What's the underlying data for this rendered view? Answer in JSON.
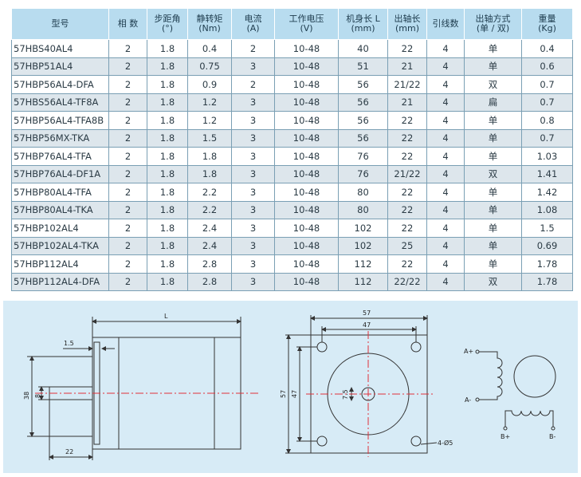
{
  "table": {
    "headers": [
      {
        "line1": "型号",
        "line2": ""
      },
      {
        "line1": "相 数",
        "line2": ""
      },
      {
        "line1": "步距角",
        "line2": "(°)"
      },
      {
        "line1": "静转矩",
        "line2": "(Nm)"
      },
      {
        "line1": "电流",
        "line2": "(A)"
      },
      {
        "line1": "工作电压",
        "line2": "(V)"
      },
      {
        "line1": "机身长 L",
        "line2": "(mm)"
      },
      {
        "line1": "出轴长",
        "line2": "(mm)"
      },
      {
        "line1": "引线数",
        "line2": ""
      },
      {
        "line1": "出轴方式",
        "line2": "(单 / 双)"
      },
      {
        "line1": "重量",
        "line2": "(Kg)"
      }
    ],
    "rows": [
      [
        "57HBS40AL4",
        "2",
        "1.8",
        "0.4",
        "2",
        "10-48",
        "40",
        "22",
        "4",
        "单",
        "0.4"
      ],
      [
        "57HBP51AL4",
        "2",
        "1.8",
        "0.75",
        "3",
        "10-48",
        "51",
        "21",
        "4",
        "单",
        "0.6"
      ],
      [
        "57HBP56AL4-DFA",
        "2",
        "1.8",
        "0.9",
        "2",
        "10-48",
        "56",
        "21/22",
        "4",
        "双",
        "0.7"
      ],
      [
        "57HBS56AL4-TF8A",
        "2",
        "1.8",
        "1.2",
        "3",
        "10-48",
        "56",
        "21",
        "4",
        "扁",
        "0.7"
      ],
      [
        "57HBP56AL4-TFA8B",
        "2",
        "1.8",
        "1.2",
        "3",
        "10-48",
        "56",
        "22",
        "4",
        "单",
        "0.8"
      ],
      [
        "57HBP56MX-TKA",
        "2",
        "1.8",
        "1.5",
        "3",
        "10-48",
        "56",
        "22",
        "4",
        "单",
        "0.7"
      ],
      [
        "57HBP76AL4-TFA",
        "2",
        "1.8",
        "1.8",
        "3",
        "10-48",
        "76",
        "22",
        "4",
        "单",
        "1.03"
      ],
      [
        "57HBP76AL4-DF1A",
        "2",
        "1.8",
        "1.8",
        "3",
        "10-48",
        "76",
        "21/22",
        "4",
        "双",
        "1.41"
      ],
      [
        "57HBP80AL4-TFA",
        "2",
        "1.8",
        "2.2",
        "3",
        "10-48",
        "80",
        "22",
        "4",
        "单",
        "1.42"
      ],
      [
        "57HBP80AL4-TKA",
        "2",
        "1.8",
        "2.2",
        "3",
        "10-48",
        "80",
        "22",
        "4",
        "单",
        "1.08"
      ],
      [
        "57HBP102AL4",
        "2",
        "1.8",
        "2.4",
        "3",
        "10-48",
        "102",
        "22",
        "4",
        "单",
        "1.5"
      ],
      [
        "57HBP102AL4-TKA",
        "2",
        "1.8",
        "2.4",
        "3",
        "10-48",
        "102",
        "25",
        "4",
        "单",
        "0.69"
      ],
      [
        "57HBP112AL4",
        "2",
        "1.8",
        "2.8",
        "3",
        "10-48",
        "112",
        "22",
        "4",
        "单",
        "1.78"
      ],
      [
        "57HBP112AL4-DFA",
        "2",
        "1.8",
        "2.8",
        "3",
        "10-48",
        "112",
        "22/22",
        "4",
        "双",
        "1.78"
      ]
    ]
  },
  "diagram": {
    "side": {
      "L": "L",
      "d15": "1.5",
      "d38": "38",
      "d8": "8",
      "d22": "22"
    },
    "front": {
      "d57_top": "57",
      "d47_top": "47",
      "d57_left": "57",
      "d47_left": "47",
      "d75": "7.5",
      "holes": "4-Ø5"
    },
    "wiring": {
      "a_plus": "A+",
      "a_minus": "A-",
      "b_plus": "B+",
      "b_minus": "B-"
    }
  },
  "colors": {
    "header_bg": "#b8dcef",
    "row_alt": "#dde6ec",
    "grid": "#7a9fb4",
    "diagram_bg": "#d7ebf6",
    "centerline": "#e0303a"
  }
}
